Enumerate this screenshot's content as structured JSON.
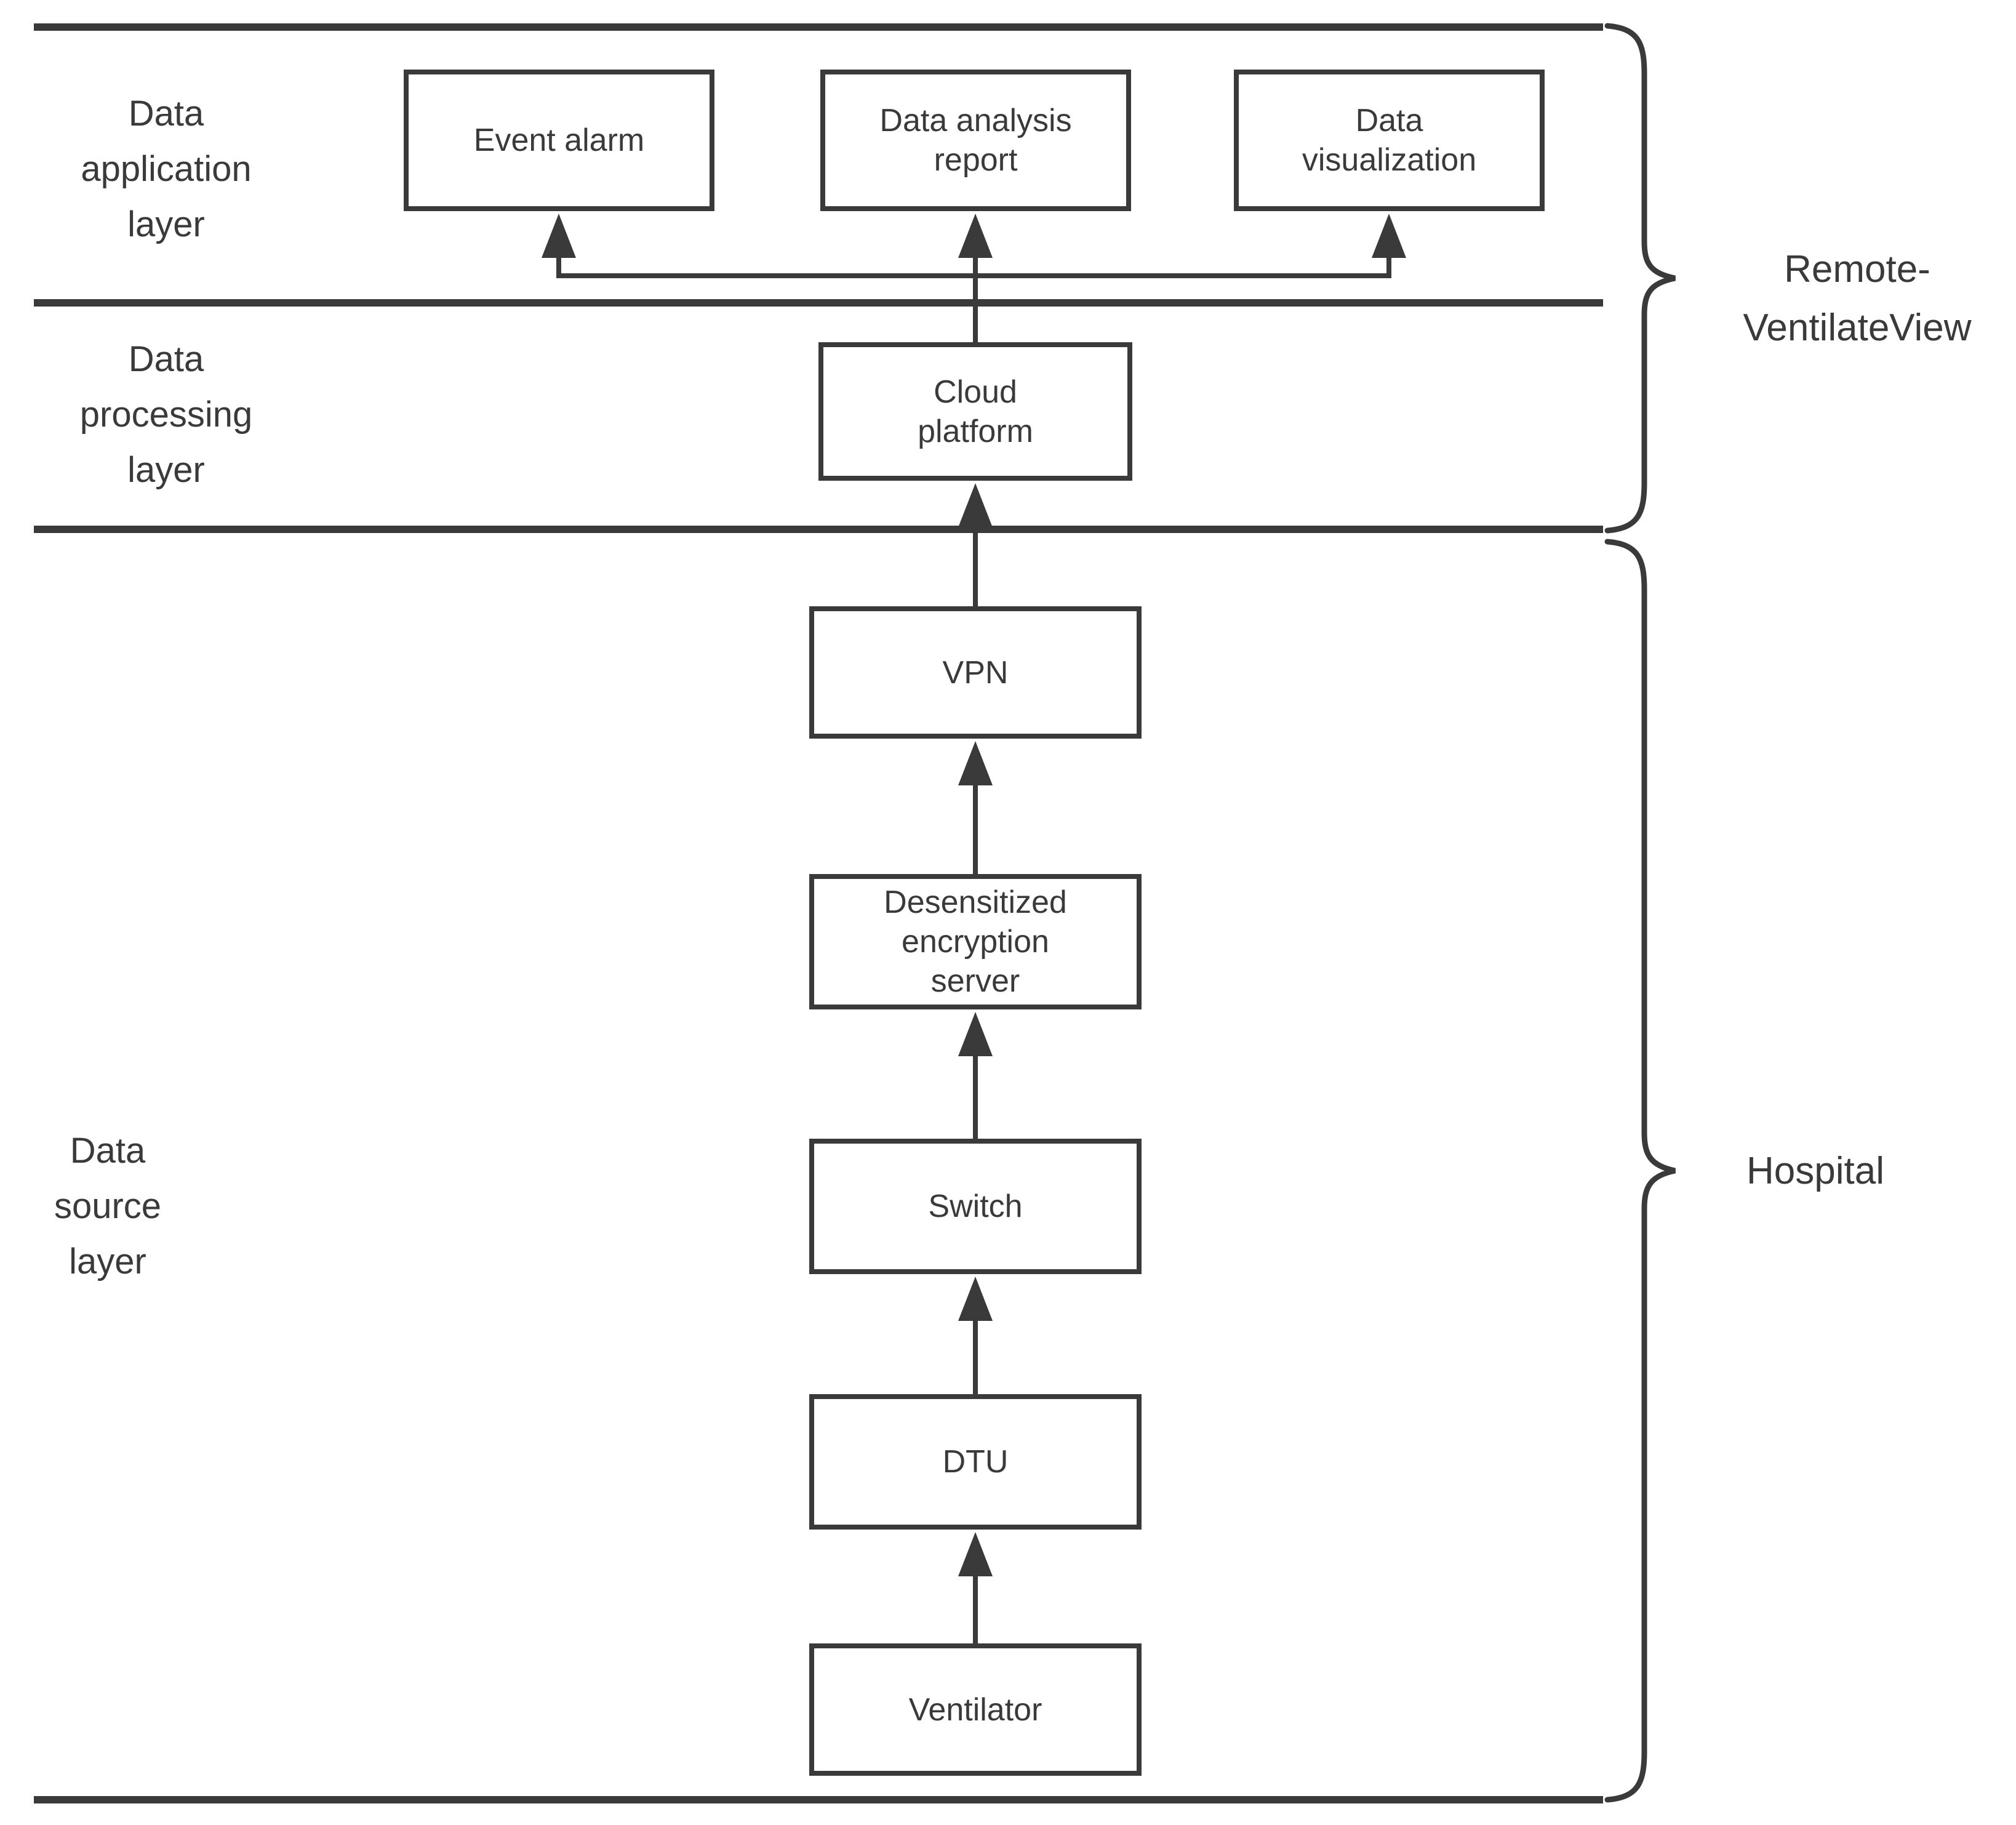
{
  "layer_labels": {
    "application": "Data\napplication\nlayer",
    "processing": "Data\nprocessing\nlayer",
    "source": "Data\nsource\nlayer"
  },
  "boxes": {
    "event_alarm": "Event alarm",
    "data_analysis_report": "Data analysis\nreport",
    "data_visualization": "Data\nvisualization",
    "cloud_platform": "Cloud\nplatform",
    "vpn": "VPN",
    "desensitized_encryption_server": "Desensitized\nencryption\nserver",
    "switch": "Switch",
    "dtu": "DTU",
    "ventilator": "Ventilator"
  },
  "braces": {
    "remote_ventilateview": "Remote-\nVentilateView",
    "hospital": "Hospital"
  },
  "colors": {
    "ink": "#3a3a3a",
    "background": "#ffffff"
  }
}
